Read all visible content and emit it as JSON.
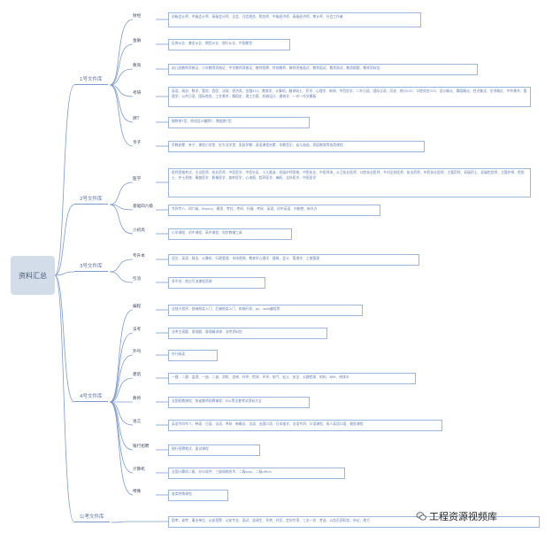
{
  "root": "资料汇总",
  "libraries": [
    {
      "label": "1号文件库",
      "categories": [
        {
          "label": "财经",
          "box": "初级会计师、中级会计师、高级会计师、注会、注会税务、税务师、中级经济师、高级经济师、审计师、社会工作者"
        },
        {
          "label": "金融",
          "box": "证券从业、基金从业、期货从业、银行从业、中国期货"
        },
        {
          "label": "教资",
          "box": "幼儿园教师资格证、小学教师资格证、中学教师资格证、教师招聘、特岗教师、教师资格面试、教师面试、教资测试、教资刷题、教师资料包"
        },
        {
          "label": "考研",
          "box": "英语、政治、数学、管综、西医、法硕、经济类、金融431、教育学、计算机、翻译硕士、药学、心理学、新闻、中西医学、二外日语、国际汉语、历史、统计432、口腔综合325、设计概论、舞蹈概论、经济复试、艺术概论、中外美术、管理学、公共日语、国际商务、工艺美术、舞蹈史、理工方案、机械设计、建筑学、一对一作文模板"
        },
        {
          "label": "牌T",
          "box": "钢铁侠T型、原创设计徽牌T、数据原T型"
        },
        {
          "label": "亲子",
          "box": "早教启蒙、亲子、课程小学堂、好方法学堂、家庭早教、英语课程启蒙、早教音乐、幼儿画画、家庭教育等各类课程"
        }
      ]
    },
    {
      "label": "2号文件库",
      "categories": [
        {
          "label": "医学",
          "box": "医师资格考试、主治医师、执业药师、中医医学、中医针灸、小儿推拿、初级护师资格、中医执业、中医师承、公卫执业医师、口腔执业医师、乡村全科医师、执业药师、中药执业医师、主管药师、初级药士、初级检验师、主管护师、检验士、护士资格、康复医学、影像医学、放射医学、心电图、超声医学、麻醉、全科医学、中医医学"
        },
        {
          "label": "基础四六级",
          "box": "专四专八、四六级、Manny、雅思、考拉、考研、托福、考研、英语、初中英语、刘晓艳、新东方"
        },
        {
          "label": "小初高",
          "box": "小学课程、初中课程、高中课程、同步教辅工具"
        }
      ]
    },
    {
      "label": "3号文件库",
      "categories": [
        {
          "label": "专升本",
          "box": "语文、英语、政治、计算机、行政管理、市场营销、教育学心理学、建筑、会计、管理学、工商管理"
        },
        {
          "label": "引流",
          "box": "多平台、热点引流课程资源"
        }
      ]
    },
    {
      "label": "4号文件库",
      "categories": [
        {
          "label": "编程",
          "box": "全栈小程序、前端框架入门、后端框架入门、前端开发、ps、web编程等"
        },
        {
          "label": "法考",
          "box": "法考主观题、客观题、客观精讲课、法考资料包"
        },
        {
          "label": "外刊",
          "box": "外刊阅读"
        },
        {
          "label": "建筑",
          "box": "一建、二建、监理、一造、二造、消防、咨询、环评、检测、环评、电气、岩土、安全、公路检测、结构、BIM、给排水"
        },
        {
          "label": "教师",
          "box": "全国招教课程、各省教师招聘课程、ESL等全套考试资料大全"
        },
        {
          "label": "语言",
          "box": "英语专四专八、韩语、日语、法语、考研、新概念、法语、出国口语、日本留学、法语专四、口语课程、成人英语口语、雅思课程"
        },
        {
          "label": "银行招聘",
          "box": "银行招聘笔试、面试课程"
        },
        {
          "label": "计算机",
          "box": "全国计算机二级、办公软件、三级网络技术、二级wps、二级office"
        },
        {
          "label": "特殊",
          "box": "各类特殊课程"
        }
      ]
    },
    {
      "label": "公考文件库",
      "categories": [
        {
          "label": "",
          "box": "国考、省考、事业单位、公安招警、公安专业、面试、选调生、军转、村官、定向专项、三支一扶、考选、公务员资料包、申论、地方"
        }
      ]
    }
  ],
  "watermark": "工程资源视频库"
}
